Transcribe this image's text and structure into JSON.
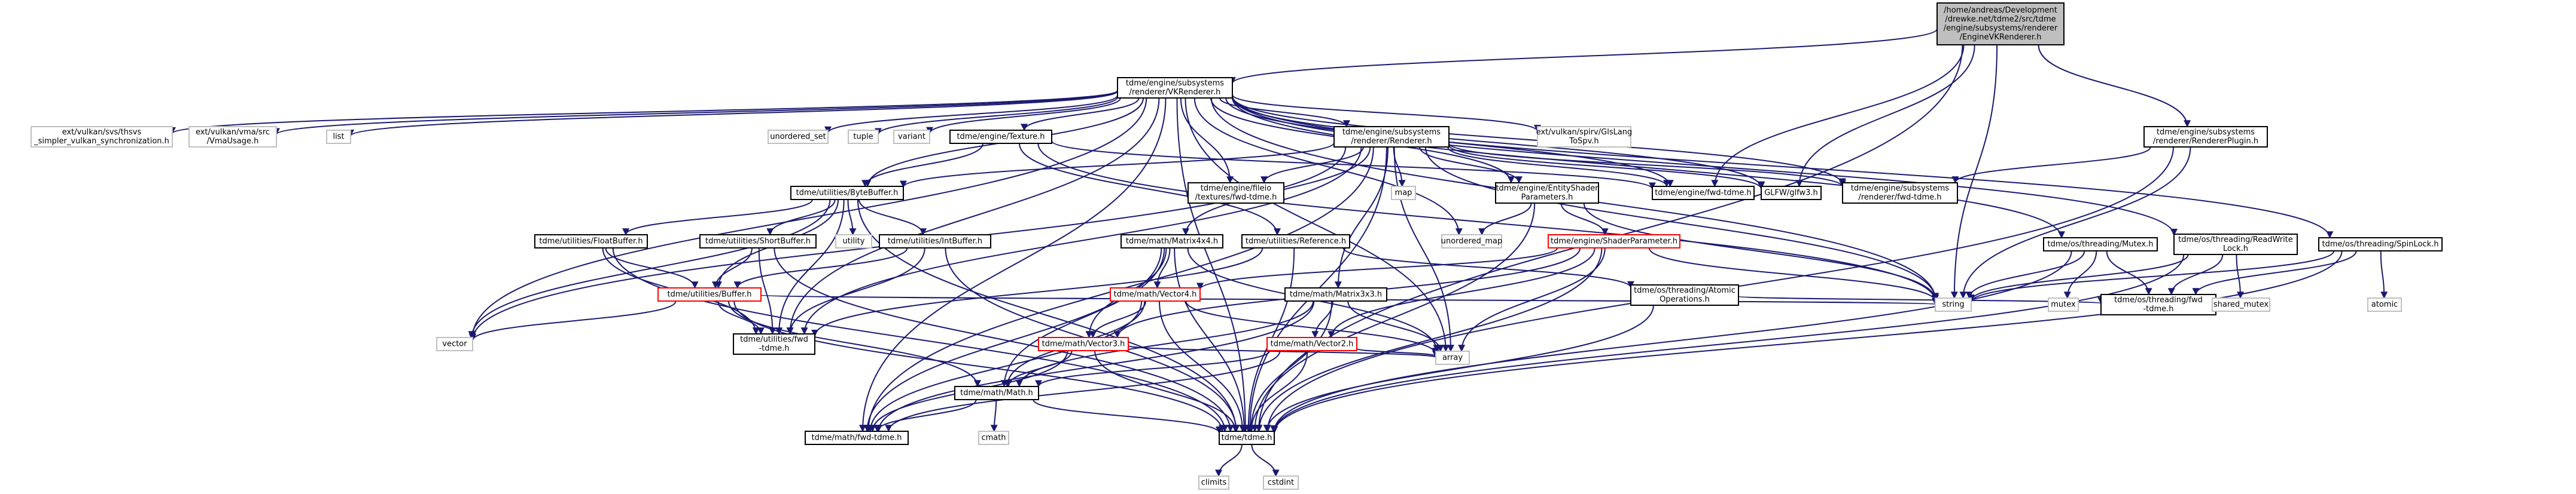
{
  "graph_title": "/home/andreas/Development/drewke.net/tdme2/src/tdme/engine/subsystems/renderer/EngineVKRenderer.h",
  "colors": {
    "edge": "#191970",
    "box_border": "#000000",
    "box_fill": "#ffffff",
    "root_fill": "#bfbfbf",
    "std_border": "#bfbfbf",
    "std_text": "#808080",
    "red_border": "#ff0000"
  },
  "nodes": [
    {
      "id": "root",
      "lines": [
        "/home/andreas/Development",
        "/drewke.net/tdme2/src/tdme",
        "/engine/subsystems/renderer",
        "/EngineVKRenderer.h"
      ],
      "kind": "root"
    },
    {
      "id": "vkr",
      "lines": [
        "tdme/engine/subsystems",
        "/renderer/VKRenderer.h"
      ],
      "kind": "box"
    },
    {
      "id": "glfw",
      "lines": [
        "GLFW/glfw3.h"
      ],
      "kind": "box"
    },
    {
      "id": "eng_fwd",
      "lines": [
        "tdme/engine/fwd-tdme.h"
      ],
      "kind": "box"
    },
    {
      "id": "string",
      "lines": [
        "string"
      ],
      "kind": "std"
    },
    {
      "id": "rplugin",
      "lines": [
        "tdme/engine/subsystems",
        "/renderer/RendererPlugin.h"
      ],
      "kind": "box"
    },
    {
      "id": "tdme",
      "lines": [
        "tdme/tdme.h"
      ],
      "kind": "box"
    },
    {
      "id": "vk_sync",
      "lines": [
        "ext/vulkan/svs/thsvs",
        "_simpler_vulkan_synchronization.h"
      ],
      "kind": "std"
    },
    {
      "id": "vma",
      "lines": [
        "ext/vulkan/vma/src",
        "/VmaUsage.h"
      ],
      "kind": "std"
    },
    {
      "id": "list",
      "lines": [
        "list"
      ],
      "kind": "std"
    },
    {
      "id": "unordered_set",
      "lines": [
        "unordered_set"
      ],
      "kind": "std"
    },
    {
      "id": "tuple",
      "lines": [
        "tuple"
      ],
      "kind": "std"
    },
    {
      "id": "variant",
      "lines": [
        "variant"
      ],
      "kind": "std"
    },
    {
      "id": "texture",
      "lines": [
        "tdme/engine/Texture.h"
      ],
      "kind": "box"
    },
    {
      "id": "renderer",
      "lines": [
        "tdme/engine/subsystems",
        "/renderer/Renderer.h"
      ],
      "kind": "box"
    },
    {
      "id": "glslang",
      "lines": [
        "ext/vulkan/spirv/GlsLang",
        "ToSpv.h"
      ],
      "kind": "std"
    },
    {
      "id": "renderer_fwd",
      "lines": [
        "tdme/engine/subsystems",
        "/renderer/fwd-tdme.h"
      ],
      "kind": "box"
    },
    {
      "id": "mutex",
      "lines": [
        "tdme/os/threading/Mutex.h"
      ],
      "kind": "box"
    },
    {
      "id": "rwlock",
      "lines": [
        "tdme/os/threading/ReadWrite",
        "Lock.h"
      ],
      "kind": "box"
    },
    {
      "id": "spinlock",
      "lines": [
        "tdme/os/threading/SpinLock.h"
      ],
      "kind": "box"
    },
    {
      "id": "bytebuffer",
      "lines": [
        "tdme/utilities/ByteBuffer.h"
      ],
      "kind": "box"
    },
    {
      "id": "fileio_fwd",
      "lines": [
        "tdme/engine/fileio",
        "/textures/fwd-tdme.h"
      ],
      "kind": "box"
    },
    {
      "id": "map",
      "lines": [
        "map"
      ],
      "kind": "std"
    },
    {
      "id": "entity_shader",
      "lines": [
        "tdme/engine/EntityShader",
        "Parameters.h"
      ],
      "kind": "box"
    },
    {
      "id": "unordered_map",
      "lines": [
        "unordered_map"
      ],
      "kind": "std"
    },
    {
      "id": "shader_param",
      "lines": [
        "tdme/engine/ShaderParameter.h"
      ],
      "kind": "red"
    },
    {
      "id": "floatbuffer",
      "lines": [
        "tdme/utilities/FloatBuffer.h"
      ],
      "kind": "box"
    },
    {
      "id": "shortbuffer",
      "lines": [
        "tdme/utilities/ShortBuffer.h"
      ],
      "kind": "box"
    },
    {
      "id": "utility",
      "lines": [
        "utility"
      ],
      "kind": "std"
    },
    {
      "id": "intbuffer",
      "lines": [
        "tdme/utilities/IntBuffer.h"
      ],
      "kind": "box"
    },
    {
      "id": "matrix4",
      "lines": [
        "tdme/math/Matrix4x4.h"
      ],
      "kind": "box"
    },
    {
      "id": "reference",
      "lines": [
        "tdme/utilities/Reference.h"
      ],
      "kind": "box"
    },
    {
      "id": "atomic_ops",
      "lines": [
        "tdme/os/threading/Atomic",
        "Operations.h"
      ],
      "kind": "box"
    },
    {
      "id": "buffer",
      "lines": [
        "tdme/utilities/Buffer.h"
      ],
      "kind": "red"
    },
    {
      "id": "vector4",
      "lines": [
        "tdme/math/Vector4.h"
      ],
      "kind": "red"
    },
    {
      "id": "matrix3",
      "lines": [
        "tdme/math/Matrix3x3.h"
      ],
      "kind": "box"
    },
    {
      "id": "vector",
      "lines": [
        "vector"
      ],
      "kind": "std"
    },
    {
      "id": "util_fwd",
      "lines": [
        "tdme/utilities/fwd",
        "-tdme.h"
      ],
      "kind": "box"
    },
    {
      "id": "vector3",
      "lines": [
        "tdme/math/Vector3.h"
      ],
      "kind": "red"
    },
    {
      "id": "vector2",
      "lines": [
        "tdme/math/Vector2.h"
      ],
      "kind": "red"
    },
    {
      "id": "array",
      "lines": [
        "array"
      ],
      "kind": "std"
    },
    {
      "id": "math",
      "lines": [
        "tdme/math/Math.h"
      ],
      "kind": "box"
    },
    {
      "id": "mutex_std",
      "lines": [
        "mutex"
      ],
      "kind": "std"
    },
    {
      "id": "threading_fwd",
      "lines": [
        "tdme/os/threading/fwd",
        "-tdme.h"
      ],
      "kind": "box"
    },
    {
      "id": "shared_mutex",
      "lines": [
        "shared_mutex"
      ],
      "kind": "std"
    },
    {
      "id": "atomic",
      "lines": [
        "atomic"
      ],
      "kind": "std"
    },
    {
      "id": "cmath",
      "lines": [
        "cmath"
      ],
      "kind": "std"
    },
    {
      "id": "math_fwd",
      "lines": [
        "tdme/math/fwd-tdme.h"
      ],
      "kind": "box"
    },
    {
      "id": "climits",
      "lines": [
        "climits"
      ],
      "kind": "std"
    },
    {
      "id": "cstdint",
      "lines": [
        "cstdint"
      ],
      "kind": "std"
    }
  ],
  "edges": [
    [
      "root",
      "vkr"
    ],
    [
      "root",
      "glfw"
    ],
    [
      "root",
      "eng_fwd"
    ],
    [
      "root",
      "string"
    ],
    [
      "root",
      "rplugin"
    ],
    [
      "root",
      "tdme"
    ],
    [
      "vkr",
      "vk_sync"
    ],
    [
      "vkr",
      "vma"
    ],
    [
      "vkr",
      "list"
    ],
    [
      "vkr",
      "unordered_set"
    ],
    [
      "vkr",
      "tuple"
    ],
    [
      "vkr",
      "variant"
    ],
    [
      "vkr",
      "texture"
    ],
    [
      "vkr",
      "renderer"
    ],
    [
      "vkr",
      "glslang"
    ],
    [
      "vkr",
      "glfw"
    ],
    [
      "vkr",
      "eng_fwd"
    ],
    [
      "vkr",
      "renderer_fwd"
    ],
    [
      "vkr",
      "entity_shader"
    ],
    [
      "vkr",
      "fileio_fwd"
    ],
    [
      "vkr",
      "mutex"
    ],
    [
      "vkr",
      "rwlock"
    ],
    [
      "vkr",
      "spinlock"
    ],
    [
      "vkr",
      "vector"
    ],
    [
      "vkr",
      "string"
    ],
    [
      "vkr",
      "array"
    ],
    [
      "vkr",
      "unordered_map"
    ],
    [
      "vkr",
      "tdme"
    ],
    [
      "vkr",
      "math_fwd"
    ],
    [
      "vkr",
      "util_fwd"
    ],
    [
      "vkr",
      "bytebuffer"
    ],
    [
      "rplugin",
      "renderer_fwd"
    ],
    [
      "rplugin",
      "string"
    ],
    [
      "rplugin",
      "tdme"
    ],
    [
      "texture",
      "bytebuffer"
    ],
    [
      "texture",
      "reference"
    ],
    [
      "texture",
      "eng_fwd"
    ],
    [
      "texture",
      "string"
    ],
    [
      "renderer",
      "glfw"
    ],
    [
      "renderer",
      "eng_fwd"
    ],
    [
      "renderer",
      "fileio_fwd"
    ],
    [
      "renderer",
      "map"
    ],
    [
      "renderer",
      "entity_shader"
    ],
    [
      "renderer",
      "renderer_fwd"
    ],
    [
      "renderer",
      "matrix4"
    ],
    [
      "renderer",
      "matrix3"
    ],
    [
      "renderer",
      "vector"
    ],
    [
      "renderer",
      "string"
    ],
    [
      "renderer",
      "array"
    ],
    [
      "renderer",
      "tdme"
    ],
    [
      "renderer",
      "math_fwd"
    ],
    [
      "renderer",
      "util_fwd"
    ],
    [
      "renderer",
      "bytebuffer"
    ],
    [
      "entity_shader",
      "shader_param"
    ],
    [
      "entity_shader",
      "unordered_map"
    ],
    [
      "entity_shader",
      "string"
    ],
    [
      "entity_shader",
      "tdme"
    ],
    [
      "shader_param",
      "vector4"
    ],
    [
      "shader_param",
      "vector3"
    ],
    [
      "shader_param",
      "vector2"
    ],
    [
      "shader_param",
      "array"
    ],
    [
      "shader_param",
      "string"
    ],
    [
      "shader_param",
      "tdme"
    ],
    [
      "bytebuffer",
      "floatbuffer"
    ],
    [
      "bytebuffer",
      "shortbuffer"
    ],
    [
      "bytebuffer",
      "utility"
    ],
    [
      "bytebuffer",
      "intbuffer"
    ],
    [
      "bytebuffer",
      "buffer"
    ],
    [
      "bytebuffer",
      "vector"
    ],
    [
      "bytebuffer",
      "util_fwd"
    ],
    [
      "bytebuffer",
      "tdme"
    ],
    [
      "floatbuffer",
      "buffer"
    ],
    [
      "floatbuffer",
      "util_fwd"
    ],
    [
      "floatbuffer",
      "tdme"
    ],
    [
      "shortbuffer",
      "buffer"
    ],
    [
      "shortbuffer",
      "util_fwd"
    ],
    [
      "shortbuffer",
      "tdme"
    ],
    [
      "intbuffer",
      "buffer"
    ],
    [
      "intbuffer",
      "util_fwd"
    ],
    [
      "intbuffer",
      "tdme"
    ],
    [
      "buffer",
      "vector"
    ],
    [
      "buffer",
      "util_fwd"
    ],
    [
      "buffer",
      "tdme"
    ],
    [
      "buffer",
      "math"
    ],
    [
      "buffer",
      "string"
    ],
    [
      "matrix4",
      "vector4"
    ],
    [
      "matrix4",
      "vector3"
    ],
    [
      "matrix4",
      "math"
    ],
    [
      "matrix4",
      "array"
    ],
    [
      "matrix4",
      "math_fwd"
    ],
    [
      "matrix4",
      "tdme"
    ],
    [
      "matrix3",
      "vector2"
    ],
    [
      "matrix3",
      "math"
    ],
    [
      "matrix3",
      "array"
    ],
    [
      "matrix3",
      "math_fwd"
    ],
    [
      "matrix3",
      "tdme"
    ],
    [
      "reference",
      "atomic_ops"
    ],
    [
      "reference",
      "util_fwd"
    ],
    [
      "reference",
      "tdme"
    ],
    [
      "atomic_ops",
      "threading_fwd"
    ],
    [
      "atomic_ops",
      "tdme"
    ],
    [
      "vector4",
      "vector3"
    ],
    [
      "vector4",
      "math"
    ],
    [
      "vector4",
      "array"
    ],
    [
      "vector4",
      "math_fwd"
    ],
    [
      "vector4",
      "tdme"
    ],
    [
      "vector3",
      "math"
    ],
    [
      "vector3",
      "array"
    ],
    [
      "vector3",
      "math_fwd"
    ],
    [
      "vector3",
      "tdme"
    ],
    [
      "vector2",
      "math"
    ],
    [
      "vector2",
      "array"
    ],
    [
      "vector2",
      "math_fwd"
    ],
    [
      "vector2",
      "tdme"
    ],
    [
      "math",
      "cmath"
    ],
    [
      "math",
      "math_fwd"
    ],
    [
      "math",
      "tdme"
    ],
    [
      "mutex",
      "mutex_std"
    ],
    [
      "mutex",
      "string"
    ],
    [
      "mutex",
      "threading_fwd"
    ],
    [
      "mutex",
      "tdme"
    ],
    [
      "rwlock",
      "shared_mutex"
    ],
    [
      "rwlock",
      "string"
    ],
    [
      "rwlock",
      "threading_fwd"
    ],
    [
      "rwlock",
      "tdme"
    ],
    [
      "spinlock",
      "atomic"
    ],
    [
      "spinlock",
      "string"
    ],
    [
      "spinlock",
      "threading_fwd"
    ],
    [
      "spinlock",
      "tdme"
    ],
    [
      "tdme",
      "climits"
    ],
    [
      "tdme",
      "cstdint"
    ]
  ]
}
